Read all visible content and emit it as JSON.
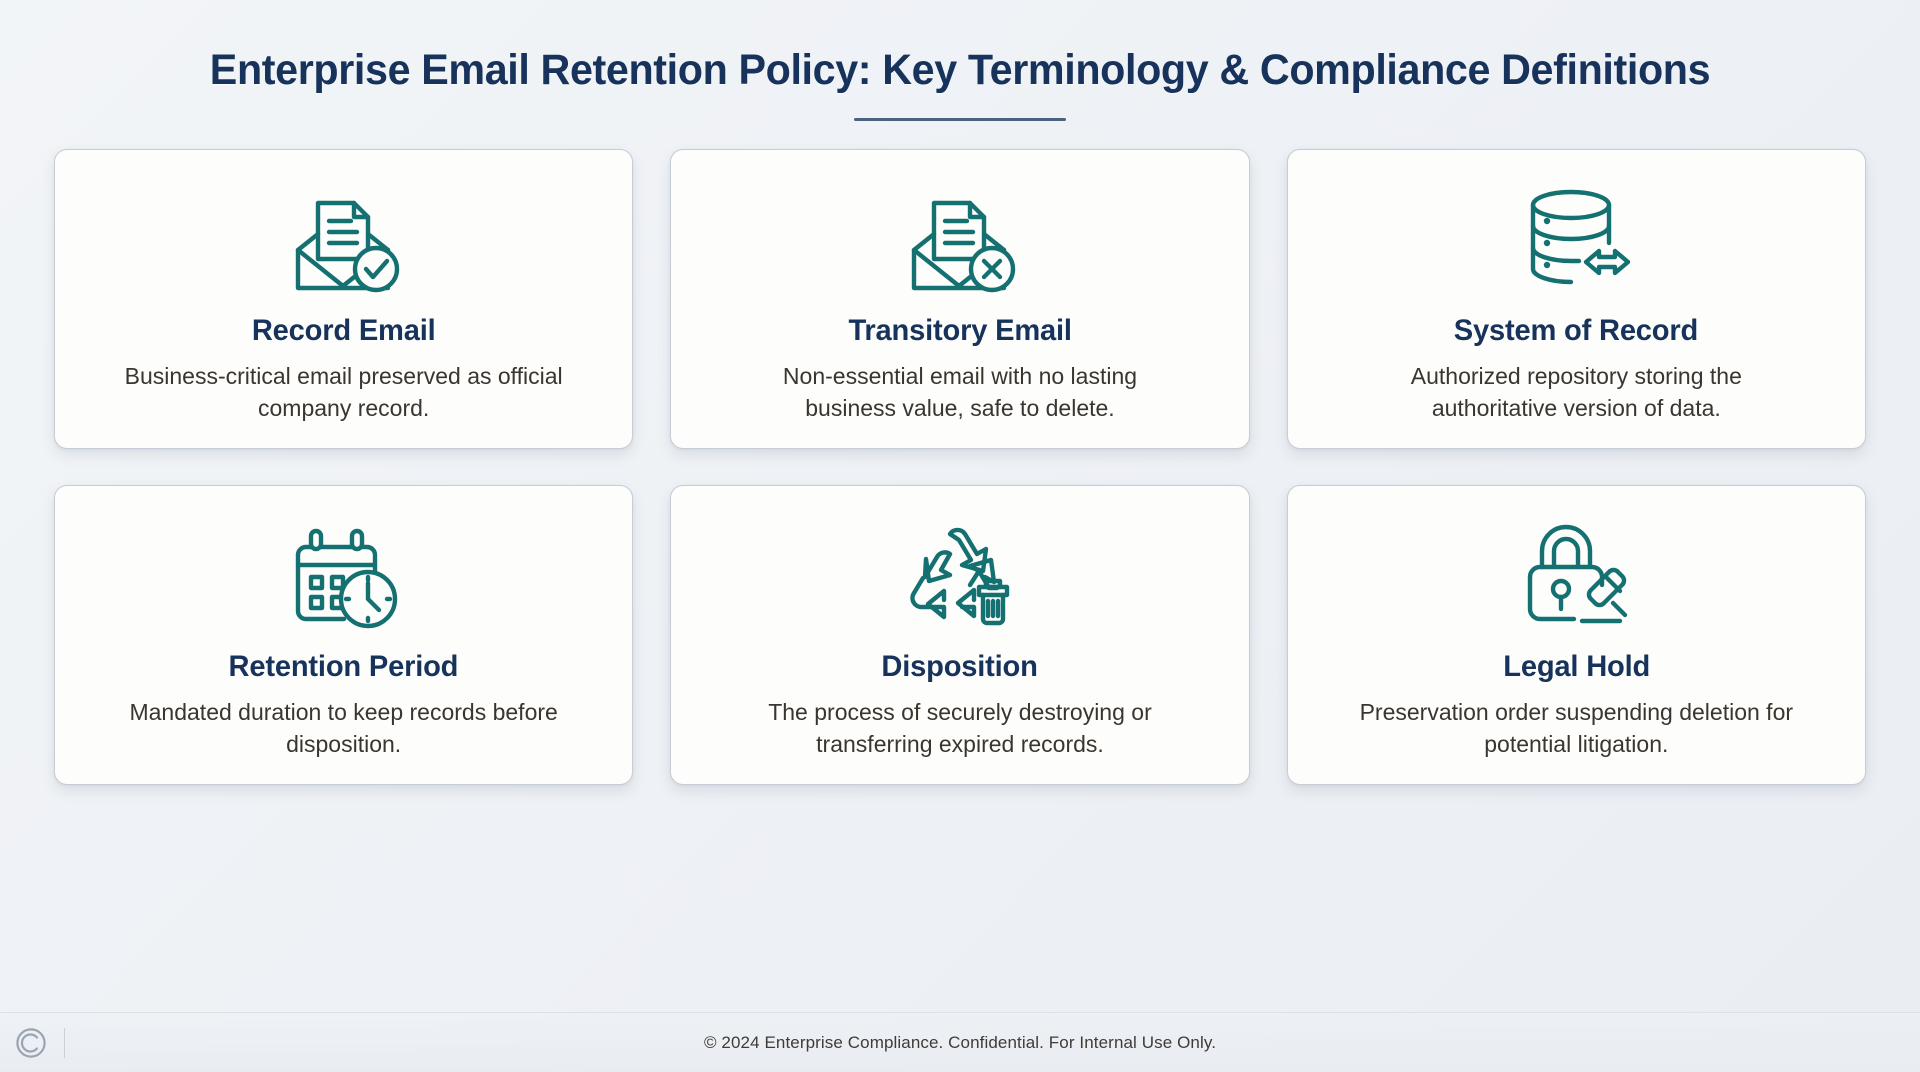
{
  "header": {
    "title": "Enterprise Email Retention Policy: Key Terminology & Compliance Definitions",
    "rule_color": "#4a6180",
    "title_color": "#17335c"
  },
  "theme": {
    "page_background": "#eef1f5",
    "card_background": "#fdfdfb",
    "card_border": "#c6cdd6",
    "icon_accent": "#157072",
    "title_navy": "#17335c",
    "body_text": "#3b352f",
    "footer_text": "#3f3b36"
  },
  "cards": [
    {
      "icon": "envelope-document-check-icon",
      "title": "Record Email",
      "description": "Business-critical email preserved as official company record."
    },
    {
      "icon": "envelope-document-x-icon",
      "title": "Transitory Email",
      "description": "Non-essential email with no lasting business value, safe to delete."
    },
    {
      "icon": "database-exchange-icon",
      "title": "System of Record",
      "description": "Authorized repository storing the authoritative version of data."
    },
    {
      "icon": "calendar-clock-icon",
      "title": "Retention Period",
      "description": "Mandated duration to keep records before disposition."
    },
    {
      "icon": "recycle-trash-icon",
      "title": "Disposition",
      "description": "The process of securely destroying or transferring expired records."
    },
    {
      "icon": "padlock-gavel-icon",
      "title": "Legal Hold",
      "description": "Preservation order suspending deletion for potential litigation."
    }
  ],
  "footer": {
    "text": "© 2024 Enterprise Compliance. Confidential. For Internal Use Only.",
    "logo": "copyright-c-logo"
  }
}
